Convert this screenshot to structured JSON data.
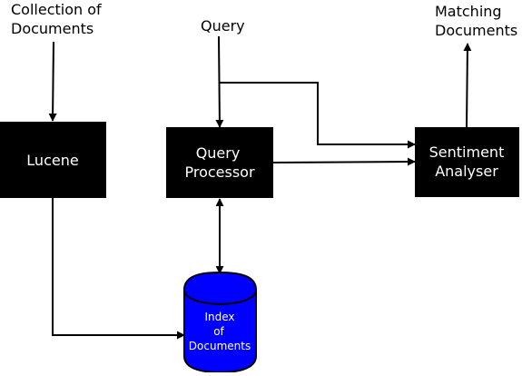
{
  "labels": {
    "collection_line1": "Collection of",
    "collection_line2": "Documents",
    "query": "Query",
    "matching_line1": "Matching",
    "matching_line2": "Documents"
  },
  "boxes": {
    "lucene": "Lucene",
    "query_processor_line1": "Query",
    "query_processor_line2": "Processor",
    "sentiment_line1": "Sentiment",
    "sentiment_line2": "Analyser"
  },
  "index": {
    "line1": "Index",
    "line2": "of",
    "line3": "Documents"
  },
  "colors": {
    "box_fill": "#000000",
    "box_text": "#ffffff",
    "index_fill": "#0000ff",
    "stroke": "#000000"
  }
}
